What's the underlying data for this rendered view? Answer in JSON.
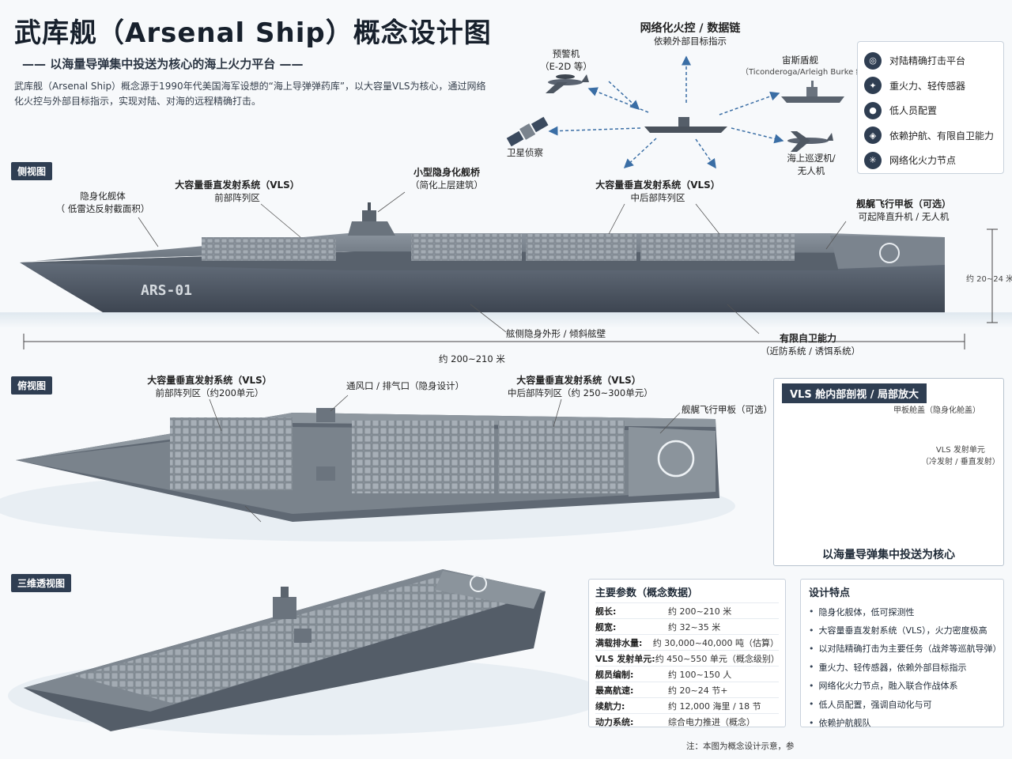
{
  "header": {
    "title": "武库舰（Arsenal Ship）概念设计图",
    "subtitle": "—— 以海量导弹集中投送为核心的海上火力平台 ——",
    "intro": "武库舰（Arsenal Ship）概念源于1990年代美国海军设想的“海上导弹弹药库”，以大容量VLS为核心，通过网络化火控与外部目标指示，实现对陆、对海的远程精确打击。"
  },
  "network": {
    "title": "网络化火控 / 数据链",
    "subtitle": "依赖外部目标指示",
    "nodes": {
      "awacs": "预警机",
      "awacs_sub": "（E-2D 等）",
      "aegis": "宙斯盾舰",
      "aegis_sub": "（Ticonderoga/Arleigh Burke 级）",
      "satellite": "卫星侦察",
      "patrol": "海上巡逻机/",
      "patrol_sub": "无人机"
    }
  },
  "features": [
    {
      "icon": "target-icon",
      "label": "对陆精确打击平台"
    },
    {
      "icon": "sensor-icon",
      "label": "重火力、轻传感器"
    },
    {
      "icon": "crew-icon",
      "label": "低人员配置"
    },
    {
      "icon": "shield-icon",
      "label": "依赖护航、有限自卫能力"
    },
    {
      "icon": "network-icon",
      "label": "网络化火力节点"
    }
  ],
  "side_view": {
    "tag": "侧视图",
    "hull_code": "ARS-01",
    "labels": {
      "stealth_hull": "隐身化舰体",
      "stealth_hull_sub": "（ 低雷达反射截面积）",
      "vls_front": "大容量垂直发射系统（VLS）",
      "vls_front_sub": "前部阵列区",
      "bridge": "小型隐身化舰桥",
      "bridge_sub": "（简化上层建筑）",
      "vls_mid": "大容量垂直发射系统（VLS）",
      "vls_mid_sub": "中后部阵列区",
      "deck": "舰艉飞行甲板（可选）",
      "deck_sub": "可起降直升机 / 无人机",
      "side_shape": "舷侧隐身外形 / 倾斜舷壁",
      "defense": "有限自卫能力",
      "defense_sub": "（近防系统 / 诱饵系统）",
      "length": "约 200~210 米",
      "height": "约 20~24 米"
    }
  },
  "top_view": {
    "tag": "俯视图",
    "labels": {
      "vls_front": "大容量垂直发射系统（VLS）",
      "vls_front_sub": "前部阵列区（约200单元）",
      "vent": "通风口 / 排气口（隐身设计）",
      "vls_mid": "大容量垂直发射系统（VLS）",
      "vls_mid_sub": "中后部阵列区（约 250~300单元）",
      "deck": "舰艉飞行甲板（可选）"
    }
  },
  "perspective": {
    "tag": "三维透视图"
  },
  "vls_detail": {
    "title": "VLS 舱内部剖视 / 局部放大",
    "hatch": "甲板舱盖（隐身化舱盖）",
    "cell": "VLS 发射单元",
    "cell_sub": "（冷发射 / 垂直发射）",
    "caption": "以海量导弹集中投送为核心"
  },
  "specs": {
    "title": "主要参数（概念数据）",
    "rows": [
      {
        "k": "舰长:",
        "v": "约 200~210 米"
      },
      {
        "k": "舰宽:",
        "v": "约 32~35 米"
      },
      {
        "k": "满载排水量:",
        "v": "约 30,000~40,000 吨（估算）"
      },
      {
        "k": "VLS 发射单元:",
        "v": "约 450~550 单元（概念级别）"
      },
      {
        "k": "舰员编制:",
        "v": "约 100~150 人"
      },
      {
        "k": "最高航速:",
        "v": "约 20~24 节+"
      },
      {
        "k": "续航力:",
        "v": "约 12,000 海里 / 18 节"
      },
      {
        "k": "动力系统:",
        "v": "综合电力推进（概念）"
      }
    ]
  },
  "design": {
    "title": "设计特点",
    "items": [
      "隐身化舰体，低可探测性",
      "大容量垂直发射系统（VLS），火力密度极高",
      "以对陆精确打击为主要任务（战斧等巡航导弹）",
      "重火力、轻传感器，依赖外部目标指示",
      "网络化火力节点，融入联合作战体系",
      "低人员配置，强调自动化与可",
      "依赖护航舰队"
    ]
  },
  "note": "注：本图为概念设计示意，参"
}
